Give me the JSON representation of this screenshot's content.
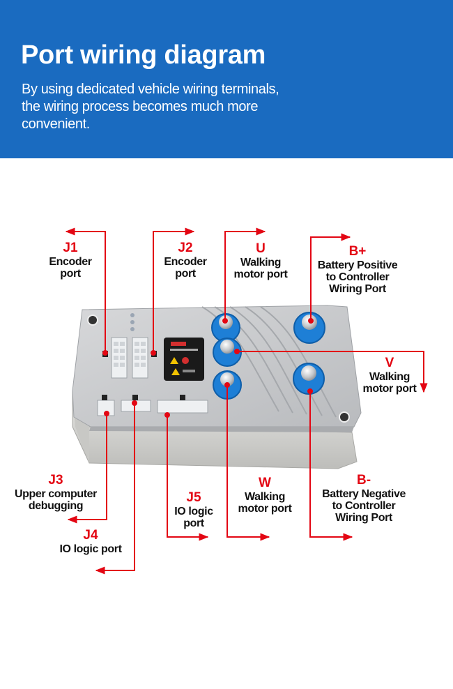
{
  "header": {
    "title": "Port wiring diagram",
    "subtitle": "By using dedicated vehicle wiring terminals, the wiring process becomes much more convenient."
  },
  "ports": [
    {
      "id": "J1",
      "desc": "Encoder port"
    },
    {
      "id": "J2",
      "desc": "Encoder port"
    },
    {
      "id": "U",
      "desc": "Walking motor port"
    },
    {
      "id": "B+",
      "desc": "Battery Positive to Controller Wiring Port"
    },
    {
      "id": "V",
      "desc": "Walking motor port"
    },
    {
      "id": "J3",
      "desc": "Upper computer debugging"
    },
    {
      "id": "J4",
      "desc": "IO logic port"
    },
    {
      "id": "J5",
      "desc": "IO logic port"
    },
    {
      "id": "W",
      "desc": "Walking motor port"
    },
    {
      "id": "B-",
      "desc": "Battery Negative to Controller Wiring Port"
    }
  ],
  "colors": {
    "header_bg": "#1a6bc0",
    "line": "#e30613",
    "terminal": "#1e7fd6",
    "housing": "#c9cbce",
    "heatsink": "#d9d9d7"
  }
}
